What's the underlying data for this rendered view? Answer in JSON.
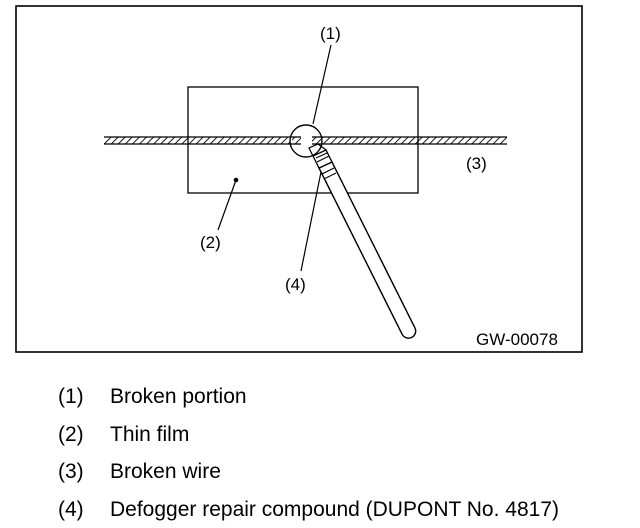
{
  "diagram": {
    "figure_code": "GW-00078",
    "callouts": {
      "broken_portion": "(1)",
      "thin_film": "(2)",
      "broken_wire": "(3)",
      "repair_compound": "(4)"
    }
  },
  "legend": [
    {
      "num": "(1)",
      "text": "Broken portion"
    },
    {
      "num": "(2)",
      "text": "Thin film"
    },
    {
      "num": "(3)",
      "text": "Broken wire"
    },
    {
      "num": "(4)",
      "text": "Defogger repair compound (DUPONT No. 4817)"
    }
  ]
}
